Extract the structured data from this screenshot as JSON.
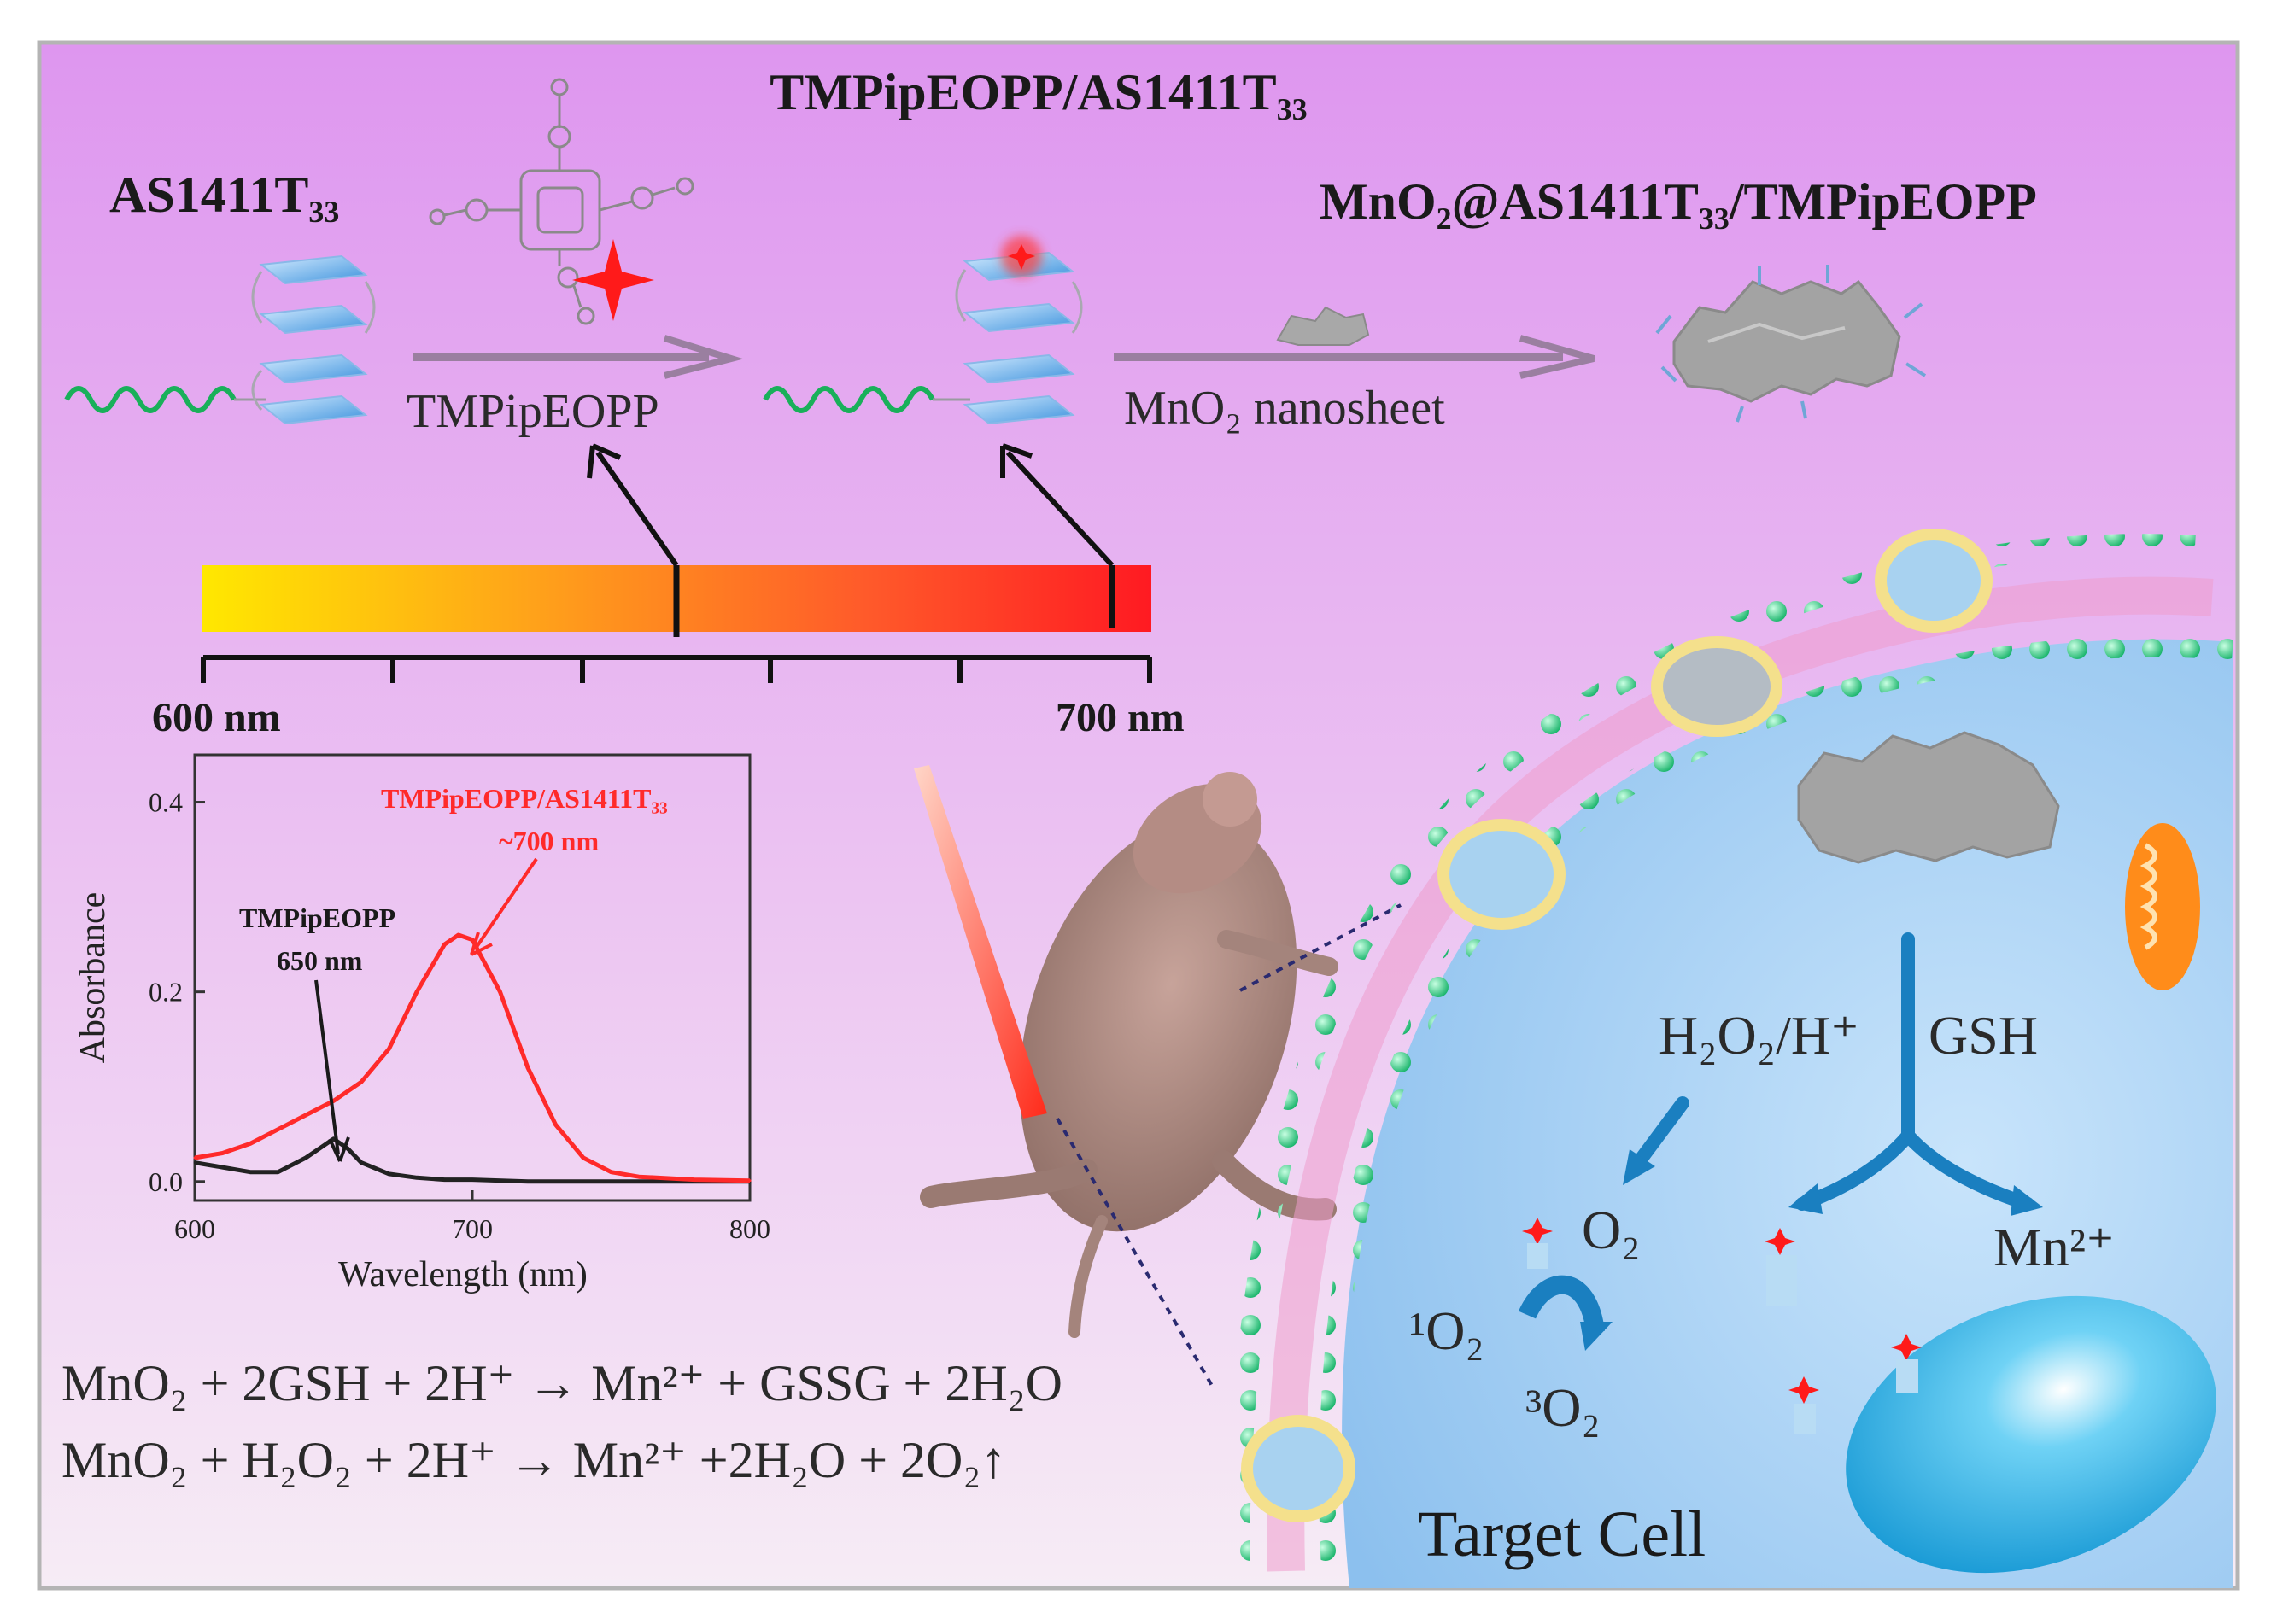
{
  "titles": {
    "top_center": "TMPipEOPP/AS1411T₃₃",
    "left": "AS1411T₃₃",
    "right": "MnO₂@AS1411T₃₃/TMPipEOPP"
  },
  "steps": {
    "step1": "TMPipEOPP",
    "step2": "MnO₂ nanosheet"
  },
  "wavelength_bar": {
    "min_label": "600 nm",
    "max_label": "700 nm"
  },
  "chart_data": {
    "type": "line",
    "xlabel": "Wavelength (nm)",
    "ylabel": "Absorbance",
    "xlim": [
      600,
      800
    ],
    "ylim": [
      -0.02,
      0.45
    ],
    "xticks": [
      "600",
      "700",
      "800"
    ],
    "yticks": [
      "0.0",
      "0.2",
      "0.4"
    ],
    "series": [
      {
        "name": "TMPipEOPP",
        "color": "#222222",
        "x": [
          600,
          610,
          620,
          630,
          640,
          645,
          650,
          655,
          660,
          670,
          680,
          690,
          700,
          720,
          740,
          760,
          780,
          800
        ],
        "y": [
          0.02,
          0.015,
          0.01,
          0.01,
          0.025,
          0.035,
          0.045,
          0.035,
          0.02,
          0.008,
          0.004,
          0.002,
          0.002,
          0.0,
          0.0,
          0.0,
          0.0,
          0.0
        ]
      },
      {
        "name": "TMPipEOPP/AS1411T₃₃",
        "color": "#ff2a2a",
        "x": [
          600,
          610,
          620,
          630,
          640,
          650,
          660,
          670,
          680,
          690,
          695,
          700,
          710,
          720,
          730,
          740,
          750,
          760,
          780,
          800
        ],
        "y": [
          0.025,
          0.03,
          0.04,
          0.055,
          0.07,
          0.085,
          0.105,
          0.14,
          0.2,
          0.25,
          0.26,
          0.255,
          0.2,
          0.12,
          0.06,
          0.025,
          0.01,
          0.005,
          0.002,
          0.001
        ]
      }
    ],
    "annotations": {
      "black_name": "TMPipEOPP",
      "black_peak": "650 nm",
      "red_name": "TMPipEOPP/AS1411T₃₃",
      "red_peak": "~700 nm"
    }
  },
  "equations": {
    "eq1": "MnO₂ + 2GSH + 2H⁺ → Mn²⁺ + GSSG + 2H₂O",
    "eq2": "MnO₂ + H₂O₂ + 2H⁺ → Mn²⁺ +2H₂O + 2O₂↑"
  },
  "cell": {
    "h2o2_label": "H₂O₂/H⁺",
    "gsh_label": "GSH",
    "o2_label": "O₂",
    "mn_label": "Mn²⁺",
    "singlet_o2": "¹O₂",
    "triplet_o2": "³O₂",
    "target_cell": "Target Cell"
  },
  "colors": {
    "background_top": "#e19af0",
    "background_bottom": "#f4e6f4",
    "cell_fill": "#9fcdf4",
    "arrow_blue": "#1a7fc0",
    "gradient_start": "#ffe600",
    "gradient_end": "#ff1a1a"
  }
}
